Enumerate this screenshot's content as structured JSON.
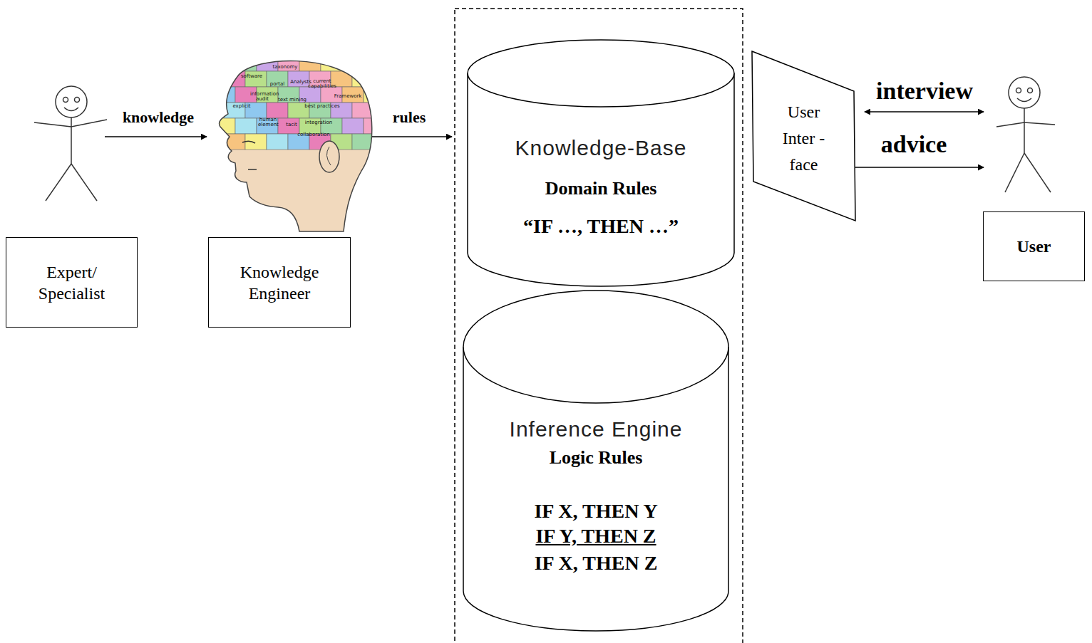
{
  "diagram": {
    "nodes": [
      {
        "text": [
          "Expert/ Specialist"
        ]
      },
      {
        "text": [
          "Knowledge Engineer"
        ]
      },
      {
        "text": [
          "Knowledge-Base",
          "Domain Rules",
          "“IF …, THEN …”"
        ]
      },
      {
        "text": [
          "Inference Engine",
          "Logic Rules",
          "IF X, THEN Y",
          "IF Y, THEN Z",
          "IF X, THEN Z"
        ]
      },
      {
        "text": [
          "User Inter -face"
        ]
      },
      {
        "text": [
          "User"
        ]
      }
    ],
    "labels": [
      "knowledge",
      "rules",
      "interview",
      "advice",
      "software",
      "taxonomy",
      "portal",
      "Analysts",
      "current capabilities",
      "Framework",
      "information audit",
      "explicit",
      "text mining",
      "best practices",
      "tacit",
      "human element",
      "integration",
      "collaboration"
    ]
  }
}
